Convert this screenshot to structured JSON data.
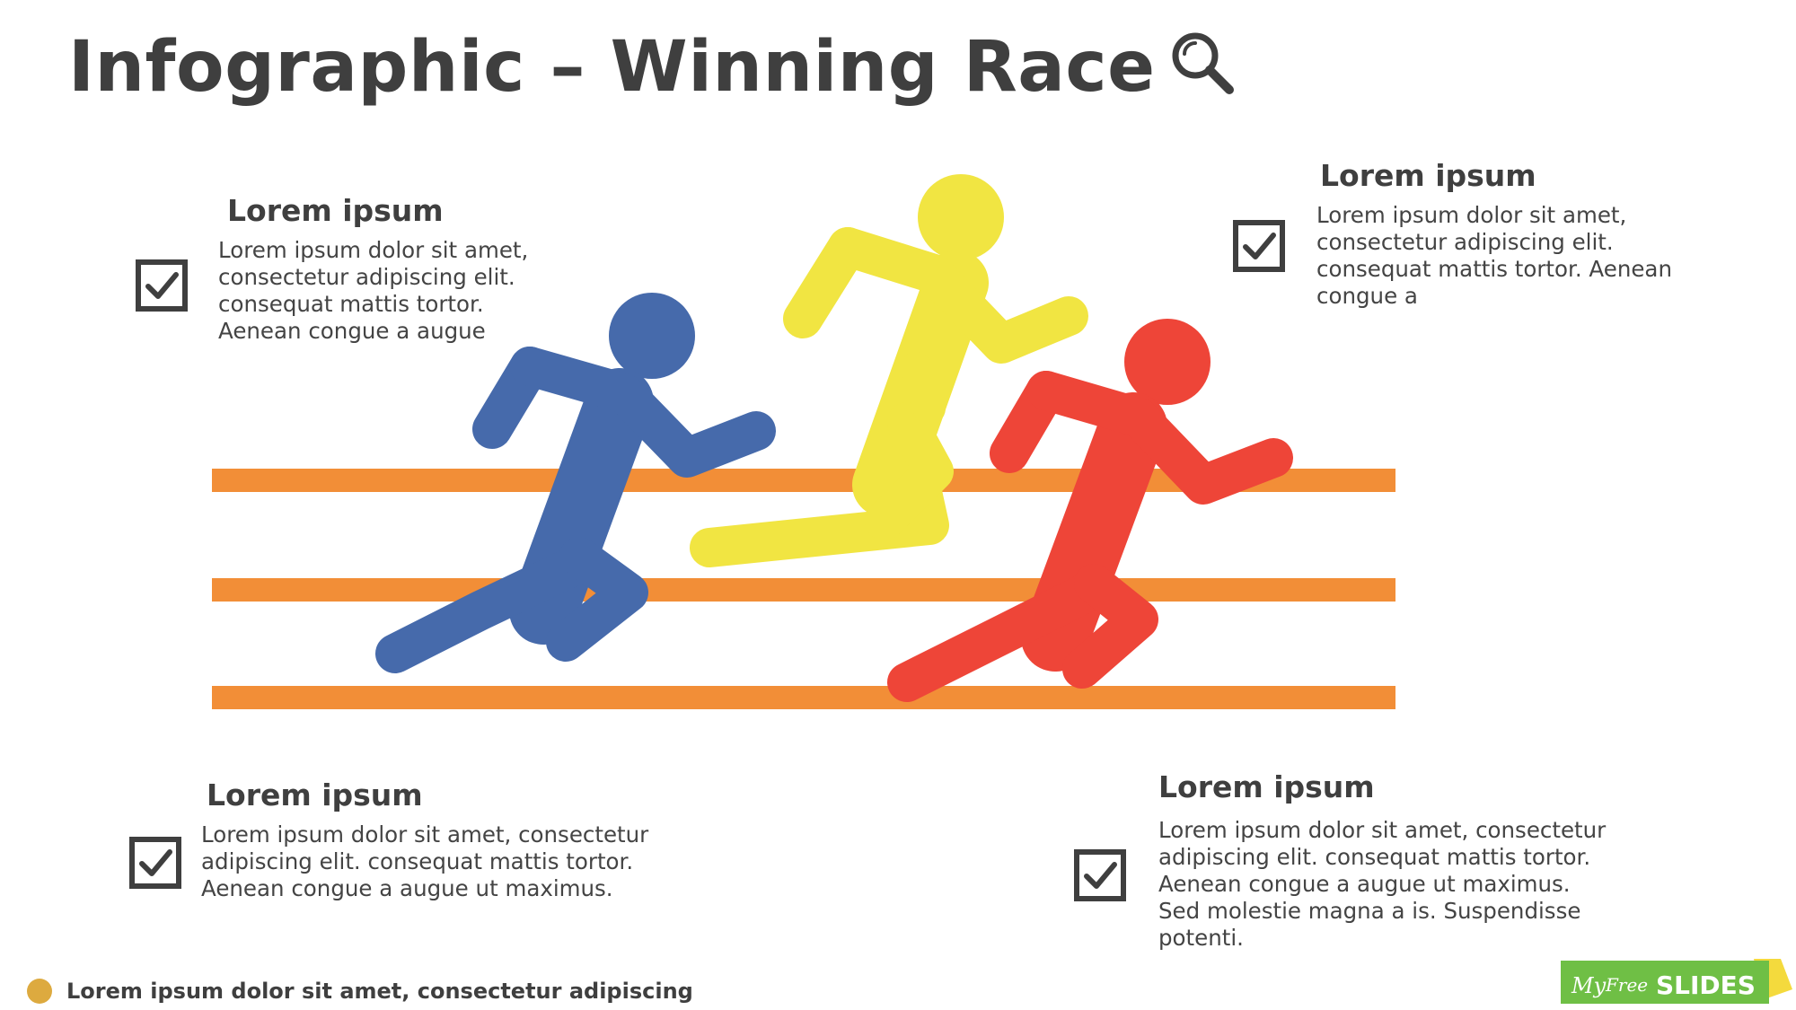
{
  "title": "Infographic – Winning Race",
  "icons": {
    "title_icon": "magnifier-icon",
    "bullet_icon": "checkbox-checked-icon"
  },
  "colors": {
    "text": "#3f3f3f",
    "track": "#f28e37",
    "runner_blue": "#466aab",
    "runner_yellow": "#f1e542",
    "runner_red": "#ee4538",
    "footer_dot": "#ddaa3f",
    "logo_green": "#6fbf45",
    "logo_yellow": "#f4da3d"
  },
  "blocks": [
    {
      "heading": "Lorem ipsum",
      "body": "Lorem ipsum dolor sit amet, consectetur adipiscing elit. consequat mattis tortor. Aenean congue a augue"
    },
    {
      "heading": "Lorem ipsum",
      "body": "Lorem ipsum dolor sit amet, consectetur adipiscing elit. consequat mattis tortor. Aenean congue a"
    },
    {
      "heading": "Lorem ipsum",
      "body": "Lorem ipsum dolor sit amet, consectetur adipiscing elit. consequat mattis tortor. Aenean congue a augue ut maximus."
    },
    {
      "heading": "Lorem ipsum",
      "body": "Lorem ipsum dolor sit amet, consectetur adipiscing elit. consequat mattis tortor. Aenean congue a augue ut maximus. Sed molestie magna a is. Suspendisse potenti."
    }
  ],
  "footer": {
    "text": "Lorem ipsum dolor sit amet, consectetur adipiscing"
  },
  "logo": {
    "my": "My",
    "free": "Free",
    "slides": "SLIDES"
  }
}
